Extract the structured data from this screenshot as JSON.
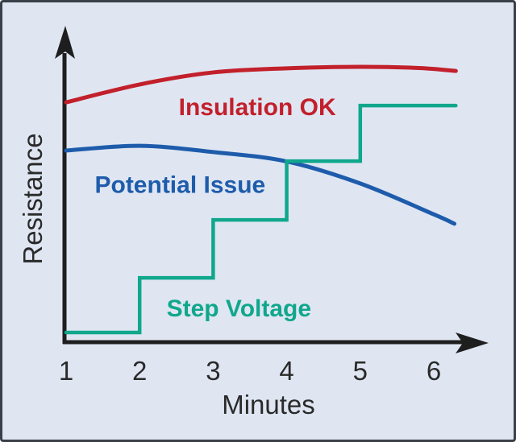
{
  "frame": {
    "background": "#dfe6f2",
    "border_color": "#3a3f48"
  },
  "chart_data": {
    "type": "line",
    "title": "",
    "xlabel": "Minutes",
    "ylabel": "Resistance",
    "x_ticks": [
      "1",
      "2",
      "3",
      "4",
      "5",
      "6"
    ],
    "x_range": [
      1,
      6.3
    ],
    "y_range": [
      0,
      100
    ],
    "y_axis_numeric_labels": false,
    "grid": false,
    "legend": "inline-annotations",
    "axis_color": "#1e1e1e",
    "tick_color": "#2a2a2a",
    "series": [
      {
        "name": "Insulation OK",
        "style": "smooth",
        "color": "#c2202b",
        "stroke_width": 5,
        "x": [
          1,
          2,
          3,
          4,
          5,
          5.8,
          6.3
        ],
        "y": [
          81.6,
          87.7,
          91.8,
          93.2,
          93.7,
          93.3,
          92.3
        ]
      },
      {
        "name": "Potential Issue",
        "style": "smooth",
        "color": "#1e5cab",
        "stroke_width": 5,
        "x": [
          1,
          2,
          3,
          4,
          5,
          6,
          6.28
        ],
        "y": [
          65.2,
          66.8,
          64.7,
          61.5,
          54.0,
          43.5,
          40.3
        ]
      },
      {
        "name": "Step Voltage",
        "style": "step",
        "color": "#10a78c",
        "stroke_width": 4.5,
        "x": [
          1,
          2,
          3,
          4,
          5,
          6.3
        ],
        "y": [
          3.3,
          21.9,
          41.6,
          61.6,
          80.5,
          80.5
        ]
      }
    ],
    "annotations": [
      {
        "text": "Insulation OK",
        "color": "#c2202b",
        "x": 3.6,
        "y": 80.0
      },
      {
        "text": "Potential Issue",
        "color": "#1e5cab",
        "x": 2.55,
        "y": 53.5
      },
      {
        "text": "Step Voltage",
        "color": "#10a78c",
        "x": 3.35,
        "y": 11.5
      }
    ]
  }
}
